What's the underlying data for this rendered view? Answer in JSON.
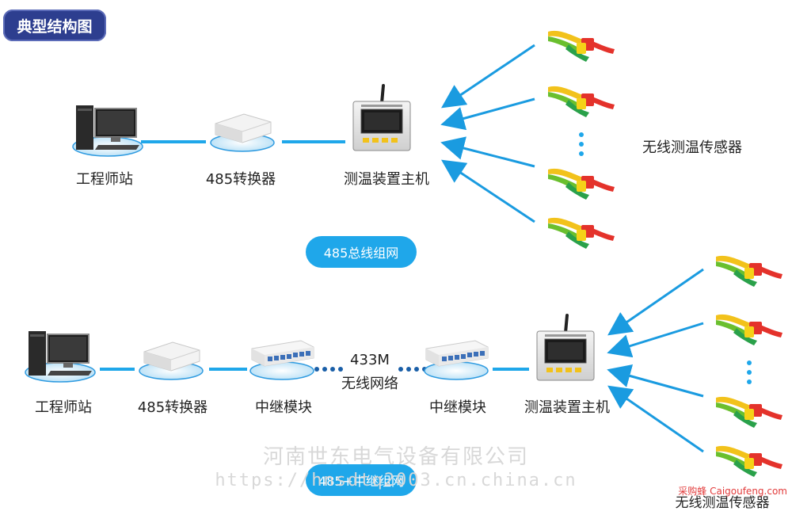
{
  "title": "典型结构图",
  "colors": {
    "accent": "#1fa7ea",
    "badge": "#2d3e8f",
    "link": "#1a9be0"
  },
  "section1": {
    "nodes": {
      "workstation": "工程师站",
      "converter": "485转换器",
      "host": "测温装置主机",
      "sensors": "无线测温传感器"
    },
    "network_label": "485总线组网"
  },
  "section2": {
    "nodes": {
      "workstation": "工程师站",
      "converter": "485转换器",
      "relay_left": "中继模块",
      "wireless_line1": "433M",
      "wireless_line2": "无线网络",
      "relay_right": "中继模块",
      "host": "测温装置主机",
      "sensors": "无线测温传感器"
    },
    "network_label": "485+中继组网"
  },
  "watermark": {
    "company": "河南世东电气设备有限公司",
    "url": "https://hnsdtq2003.cn.china.cn",
    "source": "采购蜂 Caigoufeng.com"
  }
}
